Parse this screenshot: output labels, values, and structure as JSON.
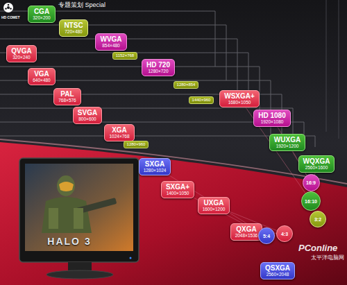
{
  "diagram": {
    "nodes": [
      {
        "text": [
          "CGA",
          "320×200"
        ]
      },
      {
        "text": [
          "NTSC",
          "720×480"
        ]
      },
      {
        "text": [
          "WVGA",
          "854×480"
        ]
      },
      {
        "text": [
          "1152×768"
        ]
      },
      {
        "text": [
          "QVGA",
          "320×240"
        ]
      },
      {
        "text": [
          "VGA",
          "640×480"
        ]
      },
      {
        "text": [
          "HD 720",
          "1280×720"
        ]
      },
      {
        "text": [
          "1280×854"
        ]
      },
      {
        "text": [
          "PAL",
          "768×576"
        ]
      },
      {
        "text": [
          "SVGA",
          "800×600"
        ]
      },
      {
        "text": [
          "1440×960"
        ]
      },
      {
        "text": [
          "WSXGA+",
          "1680×1050"
        ]
      },
      {
        "text": [
          "XGA",
          "1024×768"
        ]
      },
      {
        "text": [
          "HD 1080",
          "1920×1080"
        ]
      },
      {
        "text": [
          "1280×960"
        ]
      },
      {
        "text": [
          "WUXGA",
          "1920×1200"
        ]
      },
      {
        "text": [
          "SXGA",
          "1280×1024"
        ]
      },
      {
        "text": [
          "WQXGA",
          "2560×1600"
        ]
      },
      {
        "text": [
          "SXGA+",
          "1400×1050"
        ]
      },
      {
        "text": [
          "16:9"
        ]
      },
      {
        "text": [
          "UXGA",
          "1600×1200"
        ]
      },
      {
        "text": [
          "16:10"
        ]
      },
      {
        "text": [
          "3:2"
        ]
      },
      {
        "text": [
          "QXGA",
          "2048×1536"
        ]
      },
      {
        "text": [
          "5:4"
        ]
      },
      {
        "text": [
          "4:3"
        ]
      },
      {
        "text": [
          "QSXGA",
          "2560×2048"
        ]
      }
    ],
    "labels": [
      "HD COMET",
      "专题策划 Special",
      "HALO 3",
      "PConline",
      "太平洋电脑网"
    ]
  }
}
